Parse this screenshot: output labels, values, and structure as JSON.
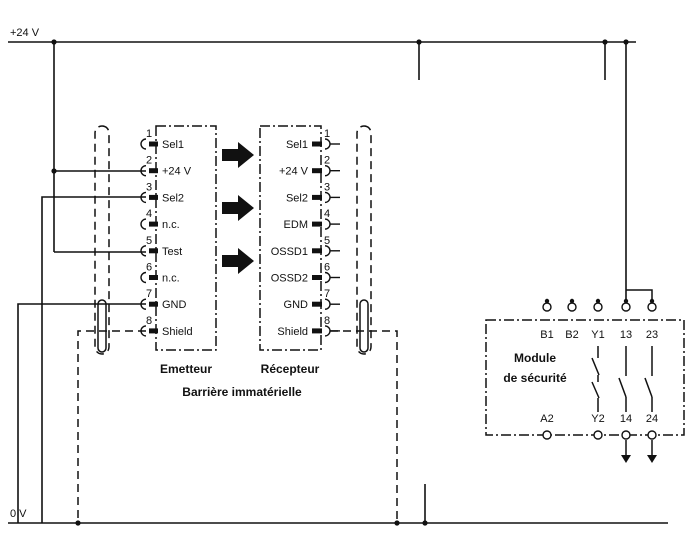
{
  "rails": {
    "top": "+24 V",
    "bottom": "0 V"
  },
  "emitter": {
    "title": "Emetteur",
    "pins": [
      {
        "num": "1",
        "label": "Sel1"
      },
      {
        "num": "2",
        "label": "+24 V"
      },
      {
        "num": "3",
        "label": "Sel2"
      },
      {
        "num": "4",
        "label": "n.c."
      },
      {
        "num": "5",
        "label": "Test"
      },
      {
        "num": "6",
        "label": "n.c."
      },
      {
        "num": "7",
        "label": "GND"
      },
      {
        "num": "8",
        "label": "Shield"
      }
    ]
  },
  "receiver": {
    "title": "Récepteur",
    "pins": [
      {
        "num": "1",
        "label": "Sel1"
      },
      {
        "num": "2",
        "label": "+24 V"
      },
      {
        "num": "3",
        "label": "Sel2"
      },
      {
        "num": "4",
        "label": "EDM"
      },
      {
        "num": "5",
        "label": "OSSD1"
      },
      {
        "num": "6",
        "label": "OSSD2"
      },
      {
        "num": "7",
        "label": "GND"
      },
      {
        "num": "8",
        "label": "Shield"
      }
    ]
  },
  "barrier_label": "Barrière immatérielle",
  "module": {
    "title_line1": "Module",
    "title_line2": "de sécurité",
    "top_terminals": [
      "B1",
      "B2",
      "Y1",
      "13",
      "23"
    ],
    "bottom_terminals": [
      "A2",
      "Y2",
      "14",
      "24"
    ]
  },
  "colors": {
    "line": "#111111",
    "background": "#ffffff"
  }
}
